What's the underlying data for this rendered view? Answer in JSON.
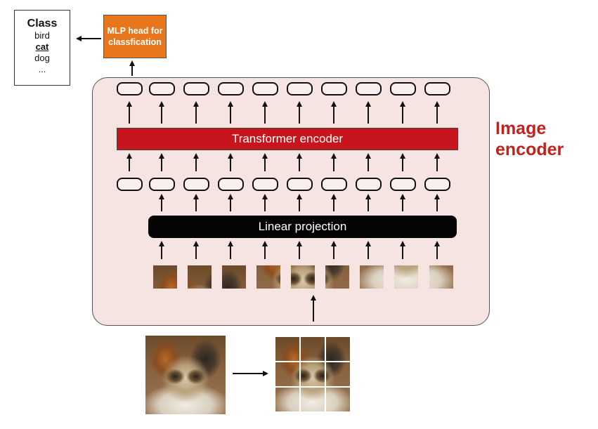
{
  "class_box": {
    "title": "Class",
    "items": [
      "bird",
      "cat",
      "dog",
      "..."
    ],
    "selected_index": 1
  },
  "mlp_head": {
    "label": "MLP head for classfication"
  },
  "transformer": {
    "label": "Transformer encoder"
  },
  "linear": {
    "label": "Linear projection"
  },
  "encoder_label": "Image\nencoder",
  "colors": {
    "mlp_orange": "#e8761d",
    "transformer_red": "#c8141c",
    "encoder_label_red": "#c0221c",
    "panel_pink": "#f6e4e2",
    "linear_black": "#050505"
  },
  "token_count": 10,
  "patch_count": 9
}
